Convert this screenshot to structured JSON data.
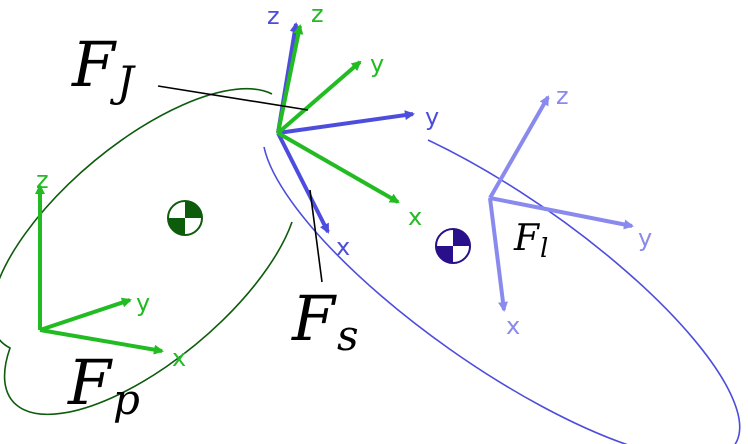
{
  "colors": {
    "green": "#22bb22",
    "dark_green": "#0c5c0c",
    "blue": "#4d4ddd",
    "light_blue": "#8a8aee",
    "navy": "#2a0f8a",
    "black": "#000000"
  },
  "frames": {
    "FJ": {
      "main": "F",
      "sub": "J"
    },
    "Fp": {
      "main": "F",
      "sub": "p"
    },
    "Fs": {
      "main": "F",
      "sub": "s"
    },
    "Fl": {
      "main": "F",
      "sub": "l"
    }
  },
  "axes": {
    "p": {
      "x": "x",
      "y": "y",
      "z": "z"
    },
    "jg": {
      "x": "x",
      "y": "y",
      "z": "z"
    },
    "jb": {
      "x": "x",
      "y": "y",
      "z": "z"
    },
    "l": {
      "x": "x",
      "y": "y",
      "z": "z"
    }
  },
  "icons": [
    "center-of-mass-icon"
  ]
}
